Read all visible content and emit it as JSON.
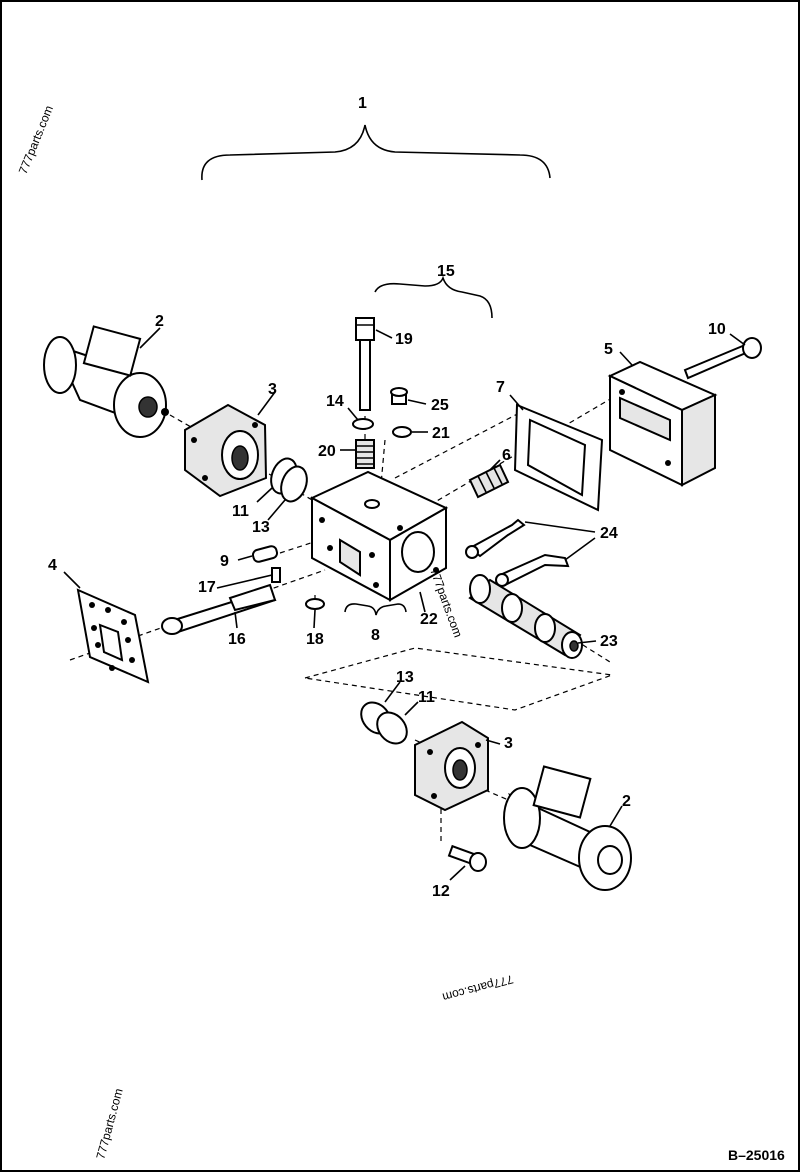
{
  "diagram": {
    "code": "B–25016",
    "watermarks": [
      "777parts.com",
      "777parts.com",
      "777parts.com",
      "777parts.com"
    ],
    "callouts": {
      "c1": "1",
      "c15": "15",
      "c2a": "2",
      "c10": "10",
      "c19": "19",
      "c3a": "3",
      "c5": "5",
      "c14": "14",
      "c25": "25",
      "c7": "7",
      "c21": "21",
      "c20": "20",
      "c6": "6",
      "c11a": "11",
      "c13a": "13",
      "c24": "24",
      "c9": "9",
      "c4": "4",
      "c17": "17",
      "c16": "16",
      "c18": "18",
      "c8": "8",
      "c22": "22",
      "c23": "23",
      "c13b": "13",
      "c11b": "11",
      "c3b": "3",
      "c2b": "2",
      "c12": "12"
    }
  }
}
